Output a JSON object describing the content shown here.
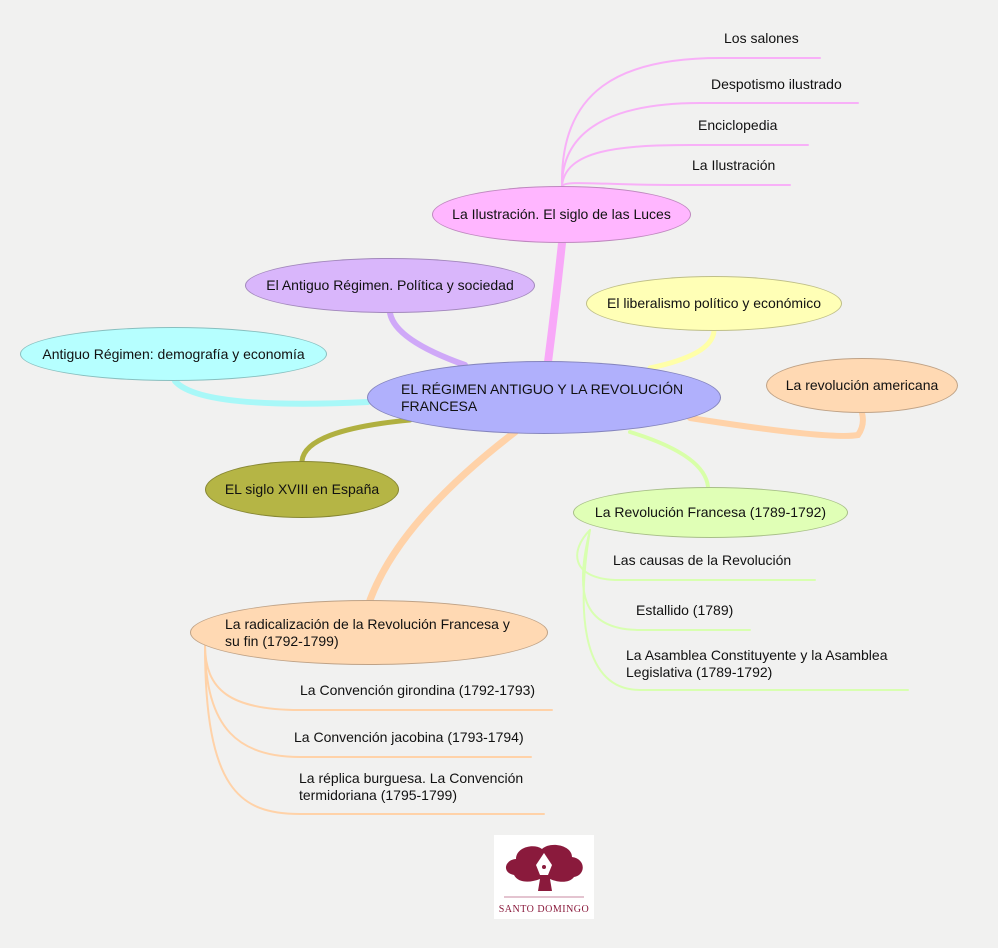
{
  "central": {
    "title": "EL RÉGIMEN ANTIGUO Y LA REVOLUCIÓN FRANCESA",
    "color": "#b0b0fc"
  },
  "branches": {
    "ilustracion": {
      "label": "La Ilustración. El siglo de las Luces",
      "color": "#ffb6ff",
      "children": [
        "Los salones",
        "Despotismo ilustrado",
        "Enciclopedia",
        "La Ilustración"
      ]
    },
    "politica": {
      "label": "El Antiguo Régimen. Política y sociedad",
      "color": "#d9b6fb"
    },
    "liberalismo": {
      "label": "El liberalismo político y económico",
      "color": "#ffffb6"
    },
    "demografia": {
      "label": "Antiguo Régimen: demografía y economía",
      "color": "#b6ffff"
    },
    "americana": {
      "label": "La revolución americana",
      "color": "#ffd9b3"
    },
    "espana": {
      "label": "EL siglo XVIII en España",
      "color": "#b5b545"
    },
    "francesa": {
      "label": "La Revolución Francesa (1789-1792)",
      "color": "#e0ffb6",
      "children": [
        "Las causas de la Revolución",
        "Estallido (1789)",
        "La Asamblea Constituyente y la Asamblea Legislativa (1789-1792)"
      ]
    },
    "radicalizacion": {
      "label": "La radicalización de la Revolución Francesa y su fin (1792-1799)",
      "color": "#ffd9b3",
      "children": [
        "La Convención girondina (1792-1793)",
        "La Convención jacobina (1793-1794)",
        "La réplica burguesa. La Convención termidoriana (1795-1799)"
      ]
    }
  },
  "logo": {
    "text": "SANTO DOMINGO",
    "color": "#8a1a3c"
  }
}
